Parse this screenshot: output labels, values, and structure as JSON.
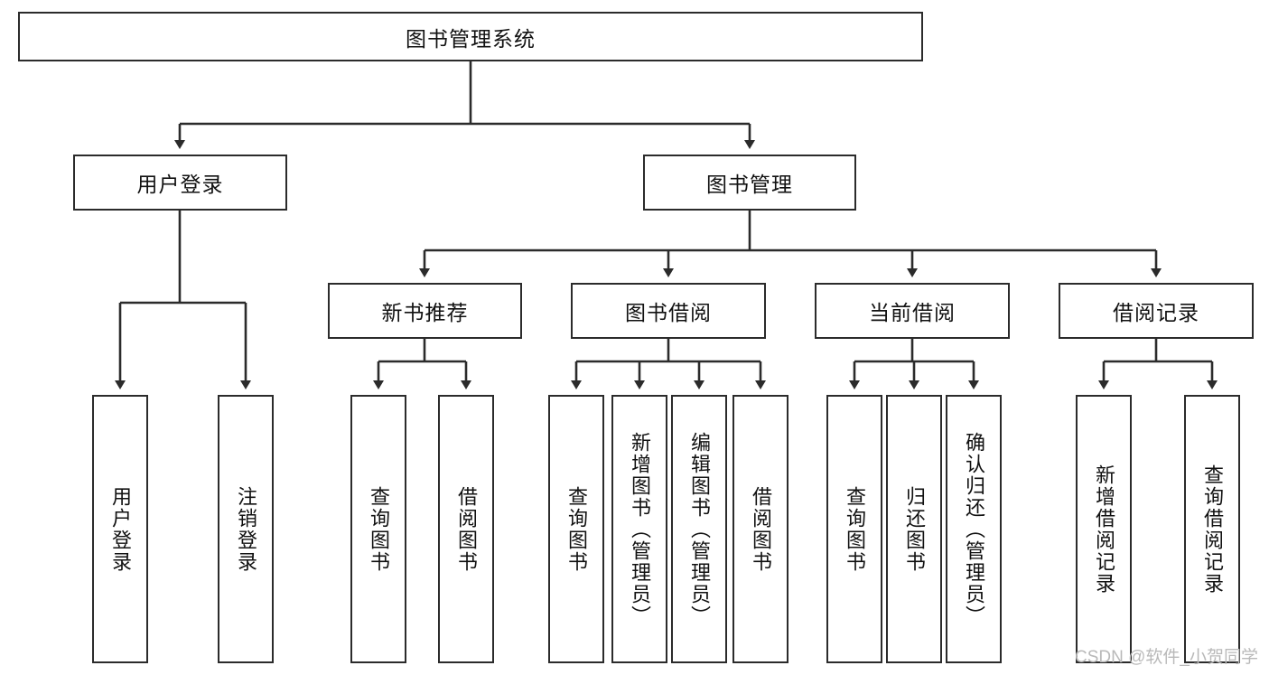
{
  "diagram": {
    "type": "tree-hierarchy",
    "title": "图书管理系统",
    "root": {
      "id": "root",
      "label": "图书管理系统"
    },
    "level1": [
      {
        "id": "user-login",
        "label": "用户登录"
      },
      {
        "id": "book-management",
        "label": "图书管理"
      }
    ],
    "level2": [
      {
        "id": "new-book-recommend",
        "label": "新书推荐",
        "parent": "book-management"
      },
      {
        "id": "book-borrow",
        "label": "图书借阅",
        "parent": "book-management"
      },
      {
        "id": "current-borrow",
        "label": "当前借阅",
        "parent": "book-management"
      },
      {
        "id": "borrow-record",
        "label": "借阅记录",
        "parent": "book-management"
      }
    ],
    "leaves": {
      "user-login": [
        {
          "id": "leaf-user-login",
          "label": "用户登录"
        },
        {
          "id": "leaf-logout-login",
          "label": "注销登录"
        }
      ],
      "new-book-recommend": [
        {
          "id": "leaf-query-book-1",
          "label": "查询图书"
        },
        {
          "id": "leaf-borrow-book-1",
          "label": "借阅图书"
        }
      ],
      "book-borrow": [
        {
          "id": "leaf-query-book-2",
          "label": "查询图书"
        },
        {
          "id": "leaf-add-book",
          "label": "新增图书（管理员）"
        },
        {
          "id": "leaf-edit-book",
          "label": "编辑图书（管理员）"
        },
        {
          "id": "leaf-borrow-book-2",
          "label": "借阅图书"
        }
      ],
      "current-borrow": [
        {
          "id": "leaf-query-book-3",
          "label": "查询图书"
        },
        {
          "id": "leaf-return-book",
          "label": "归还图书"
        },
        {
          "id": "leaf-confirm-return",
          "label": "确认归还（管理员）"
        }
      ],
      "borrow-record": [
        {
          "id": "leaf-add-record",
          "label": "新增借阅记录"
        },
        {
          "id": "leaf-query-record",
          "label": "查询借阅记录"
        }
      ]
    }
  },
  "watermark": {
    "text": "CSDN @软件_小贺同学"
  },
  "colors": {
    "background": "#ffffff",
    "box_border": "#2b2b2b",
    "text": "#111111",
    "edge": "#2b2b2b",
    "watermark": "#b9b9b9"
  }
}
